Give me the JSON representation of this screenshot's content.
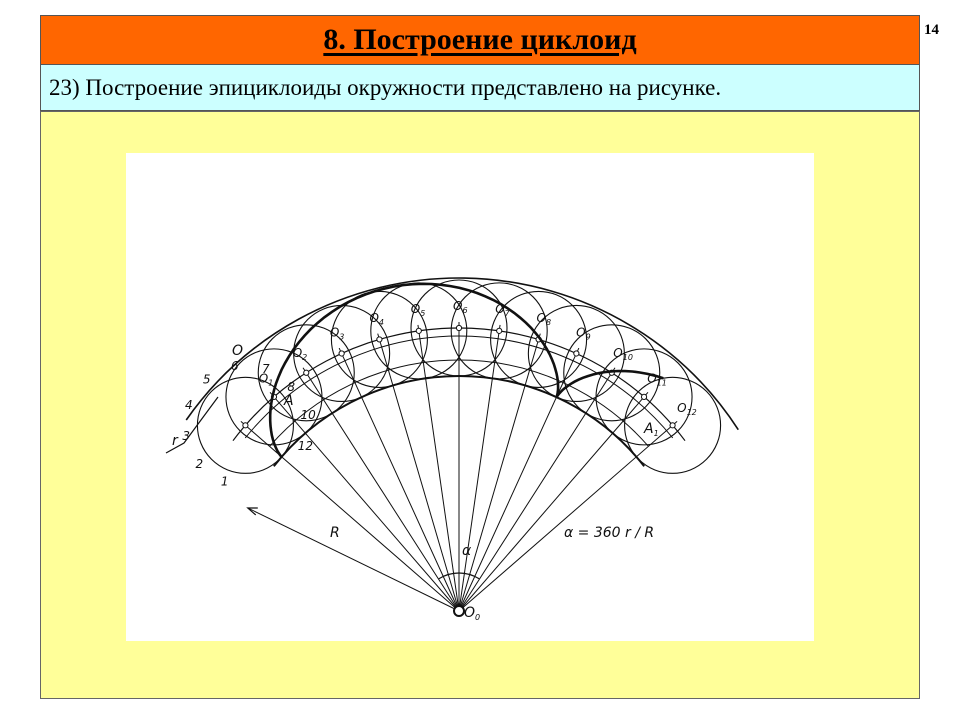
{
  "slide": {
    "number": "14",
    "title": "8. Построение циклоид",
    "subtitle": "23) Построение эпициклоиды окружности представлено на рисунке."
  },
  "figure": {
    "center_label": "O",
    "center_sub": "0",
    "radius_label": "R",
    "small_radius_label": "r",
    "start_point_label": "A",
    "end_point_label": "A",
    "end_point_sub": "1",
    "generating_center_label": "O",
    "angle_label": "α",
    "formula": "α = 360 r / R",
    "circle_centers": [
      "1",
      "2",
      "3",
      "4",
      "5",
      "6",
      "7",
      "8",
      "9",
      "10",
      "11",
      "12"
    ],
    "division_numbers": [
      "1",
      "2",
      "3",
      "4",
      "5",
      "6",
      "7",
      "8",
      "10",
      "12"
    ]
  },
  "colors": {
    "title_bg": "#ff6600",
    "subtitle_bg": "#ccffff",
    "content_bg": "#ffff99",
    "figure_bg": "#ffffff",
    "ink": "#111111"
  }
}
